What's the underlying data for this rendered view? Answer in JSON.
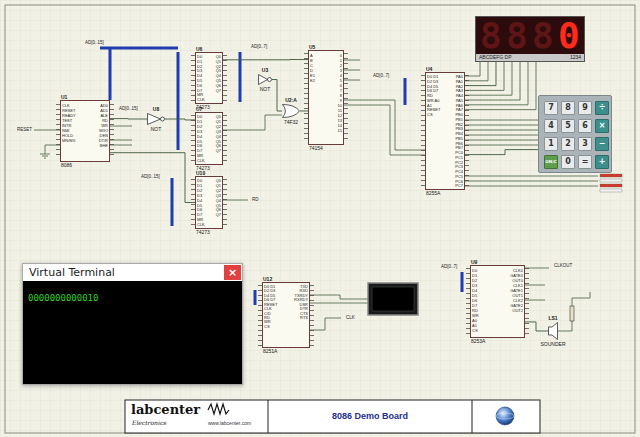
{
  "diagram": {
    "nodes": [
      {
        "text": [
          "U1",
          "8086",
          "CLK RESET READY TEST INTR NMI HOLD MN/MX",
          "AD0 AD1 ALE RD WR M/IO DEN DT/R BHE"
        ]
      },
      {
        "text": [
          "U8",
          "NOT"
        ]
      },
      {
        "text": [
          "U6",
          "74273",
          "D0 D1 D2 D3 D4 D5 D6 D7 MR CLK",
          "Q0 Q1 Q2 Q3 Q4 Q5 Q6 Q7"
        ]
      },
      {
        "text": [
          "U7",
          "74273",
          "D0 D1 D2 D3 D4 D5 D6 D7 MR CLK",
          "Q0 Q1 Q2 Q3 Q4 Q5 Q6 Q7"
        ]
      },
      {
        "text": [
          "U10",
          "74273",
          "D0 D1 D2 D3 D4 D5 D6 D7 MR CLK",
          "Q0 Q1 Q2 Q3 Q4 Q5 Q6 Q7"
        ]
      },
      {
        "text": [
          "U3",
          "NOT"
        ]
      },
      {
        "text": [
          "U2:A",
          "74F32"
        ]
      },
      {
        "text": [
          "U5",
          "74154",
          "A B C D E1 E2",
          "0 1 2 3 4 5 6 7 8 9 10 11 12 13 14 15"
        ]
      },
      {
        "text": [
          "U4",
          "8255A",
          "D0 D1 D2 D3 D4 D5 D6 D7 RD WR A0 A1 RESET CS",
          "PA0 PA1 PA2 PA3 PA4 PA5 PA6 PA7 PB0 PB1 PB2 PB3 PB4 PB5 PB6 PB7 PC0 PC1 PC2 PC3 PC4 PC5 PC6 PC7"
        ]
      },
      {
        "text": [
          "ABCDEFG DP",
          "1234"
        ]
      },
      {
        "text": [
          "8"
        ],
        "in": 9
      },
      {
        "text": [
          "8"
        ],
        "in": 9
      },
      {
        "text": [
          "8"
        ],
        "in": 9
      },
      {
        "text": [
          "0"
        ],
        "in": 9
      },
      {
        "text": []
      },
      {
        "text": [
          "7"
        ],
        "in": 14
      },
      {
        "text": [
          "8"
        ],
        "in": 14
      },
      {
        "text": [
          "9"
        ],
        "in": 14
      },
      {
        "text": [
          "÷"
        ],
        "in": 14
      },
      {
        "text": [
          "4"
        ],
        "in": 14
      },
      {
        "text": [
          "5"
        ],
        "in": 14
      },
      {
        "text": [
          "6"
        ],
        "in": 14
      },
      {
        "text": [
          "×"
        ],
        "in": 14
      },
      {
        "text": [
          "1"
        ],
        "in": 14
      },
      {
        "text": [
          "2"
        ],
        "in": 14
      },
      {
        "text": [
          "3"
        ],
        "in": 14
      },
      {
        "text": [
          "−"
        ],
        "in": 14
      },
      {
        "text": [
          "ON/C"
        ],
        "in": 14
      },
      {
        "text": [
          "0"
        ],
        "in": 14
      },
      {
        "text": [
          "="
        ],
        "in": 14
      },
      {
        "text": [
          "+"
        ],
        "in": 14
      },
      {
        "text": [
          "Virtual Terminal"
        ]
      },
      {
        "text": [
          "×"
        ],
        "in": 31
      },
      {
        "text": [
          "0000000000010"
        ],
        "in": 31
      },
      {
        "text": [
          "U12",
          "8251A",
          "D0 D1 D2 D3 D4 D5 D6 D7 RESET CLK C/D RD WR CS",
          "TXD RXD TXRDY RXRDY DSR DTR CTS RTS"
        ]
      },
      {
        "text": [
          "U9",
          "8253A",
          "D0 D1 D2 D3 D4 D5 D6 D7 RD WR A0 A1 CS",
          "CLK0 GATE0 OUT0 CLK1 GATE1 OUT1 CLK2 GATE2 OUT2"
        ]
      },
      {
        "text": [
          "LS1",
          "SOUNDER"
        ]
      },
      {
        "text": [
          "8086 Demo Board"
        ]
      },
      {
        "text": [
          "labcenter",
          "Electronics",
          "www.labcenter.com"
        ],
        "in": 37
      }
    ],
    "edges": [
      {
        "from": 0,
        "to": 1,
        "arrow": "none"
      },
      {
        "from": 1,
        "to": 3,
        "arrow": "none"
      },
      {
        "from": 0,
        "to": 4,
        "arrow": "none"
      },
      {
        "from": 2,
        "to": 7,
        "arrow": "none"
      },
      {
        "from": 5,
        "to": 6,
        "arrow": "none"
      },
      {
        "from": 6,
        "to": 7,
        "arrow": "none"
      },
      {
        "from": 8,
        "to": 9,
        "arrow": "none"
      },
      {
        "from": 8,
        "to": 14,
        "arrow": "none"
      },
      {
        "from": 35,
        "to": 36,
        "arrow": "none"
      }
    ],
    "labels": [
      "AD[0..15]",
      "AD[0..15]",
      "AD[0..15]",
      "AD[0..7]",
      "AD[0..7]",
      "AD[0..7]",
      "RESET",
      "RD",
      "CLK",
      "CLKOUT"
    ]
  }
}
